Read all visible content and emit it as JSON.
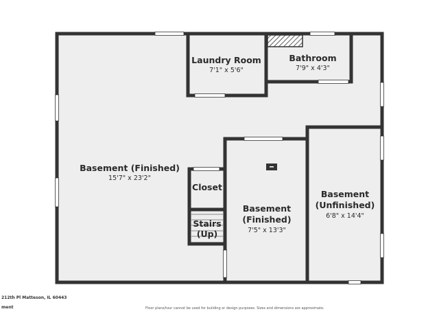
{
  "rooms": [
    {
      "id": "basement-finished-main",
      "name": "Basement (Finished)",
      "dimensions": "15'7\" x 23'2\""
    },
    {
      "id": "laundry-room",
      "name": "Laundry Room",
      "dimensions": "7'1\" x 5'6\""
    },
    {
      "id": "bathroom",
      "name": "Bathroom",
      "dimensions": "7'9\" x 4'3\""
    },
    {
      "id": "closet",
      "name": "Closet",
      "dimensions": ""
    },
    {
      "id": "stairs",
      "name_line1": "Stairs",
      "name_line2": "(Up)"
    },
    {
      "id": "basement-finished-center",
      "name_line1": "Basement",
      "name_line2": "(Finished)",
      "dimensions": "7'5\" x 13'3\""
    },
    {
      "id": "basement-unfinished",
      "name_line1": "Basement",
      "name_line2": "(Unfinished)",
      "dimensions": "6'8\" x 14'4\""
    }
  ],
  "footer": {
    "address": "212th Pl Matteson, IL 60443",
    "subtitle": "ment",
    "disclaimer": "Floor plans/tour cannot be used for building or design purposes. Sizes and dimensions are approximate."
  },
  "colors": {
    "floor": "#eeeeee",
    "wall": "#333333",
    "window": "#ffffff"
  }
}
